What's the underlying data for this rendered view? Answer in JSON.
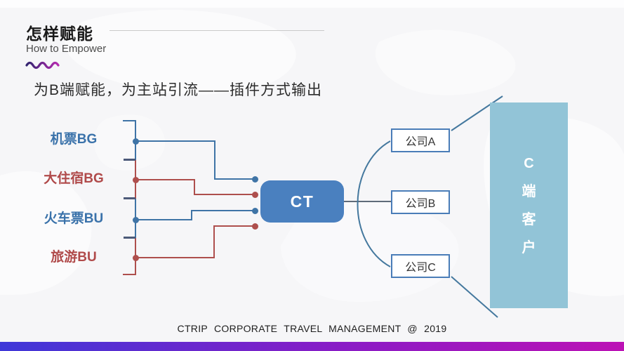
{
  "slide": {
    "title": "怎样赋能",
    "subtitle": "How to Empower",
    "section_heading": "为B端赋能，为主站引流——插件方式输出",
    "footer": "CTRIP CORPORATE TRAVEL MANAGEMENT @ 2019"
  },
  "diagram": {
    "sources": [
      {
        "label": "机票BG",
        "color": "#3a72aa"
      },
      {
        "label": "大住宿BG",
        "color": "#b04a4a"
      },
      {
        "label": "火车票BU",
        "color": "#3a72aa"
      },
      {
        "label": "旅游BU",
        "color": "#b04a4a"
      }
    ],
    "hub_label": "CT",
    "companies": [
      {
        "label": "公司A"
      },
      {
        "label": "公司B"
      },
      {
        "label": "公司C"
      }
    ],
    "client_panel": {
      "label": "C端客户",
      "chars": [
        "C",
        "端",
        "客",
        "户"
      ]
    }
  },
  "colors": {
    "blue_line": "#3f74a6",
    "red_line": "#ae4f4d",
    "tick_slate": "#4c5a79",
    "hub_fill": "#4a80bf",
    "company_border": "#4a7db8",
    "panel_fill": "#92c4d7",
    "connector_gray": "#5f6b79",
    "arc_blue": "#44789e",
    "bottom_bar_left": "#3f38d8",
    "bottom_bar_right": "#bc12b5",
    "wave_left": "#31246f",
    "wave_right": "#b62ab0"
  }
}
